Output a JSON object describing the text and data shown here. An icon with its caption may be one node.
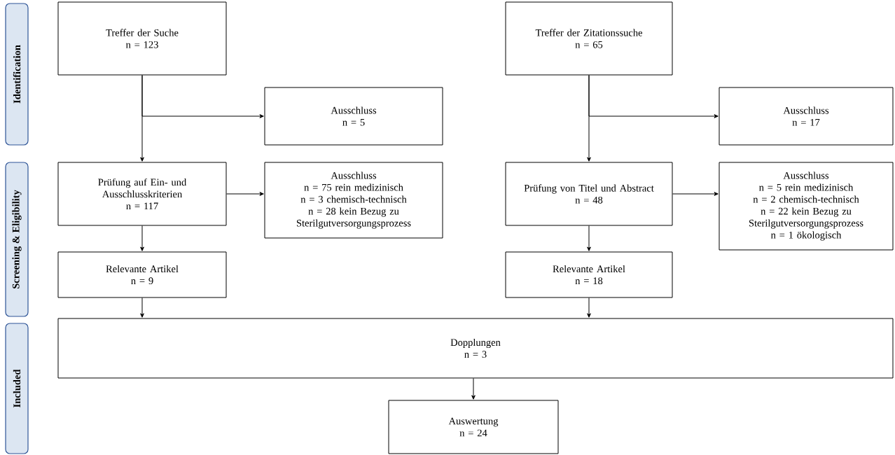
{
  "diagram": {
    "nodes": [
      {
        "text": [
          "Identification"
        ]
      },
      {
        "text": [
          "Screening & Eligibility"
        ]
      },
      {
        "text": [
          "Included"
        ]
      },
      {
        "text": [
          "Treffer der Suche",
          "n = 123"
        ]
      },
      {
        "text": [
          "Ausschluss",
          "n = 5"
        ]
      },
      {
        "text": [
          "Prüfung auf Ein- und Ausschlusskriterien",
          "n = 117"
        ]
      },
      {
        "text": [
          "Ausschluss",
          "n = 75 rein medizinisch",
          "n = 3 chemisch-technisch",
          "n = 28 kein Bezug zu Sterilgutversorgungsprozess"
        ]
      },
      {
        "text": [
          "Relevante Artikel",
          "n = 9"
        ]
      },
      {
        "text": [
          "Treffer der Zitationssuche",
          "n = 65"
        ]
      },
      {
        "text": [
          "Ausschluss",
          "n = 17"
        ]
      },
      {
        "text": [
          "Prüfung von Titel und Abstract",
          "n = 48"
        ]
      },
      {
        "text": [
          "Ausschluss",
          "n = 5 rein medizinisch",
          "n = 2 chemisch-technisch",
          "n = 22 kein Bezug zu Sterilgutversorgungsprozess",
          "n = 1 ökologisch"
        ]
      },
      {
        "text": [
          "Relevante Artikel",
          "n = 18"
        ]
      },
      {
        "text": [
          "Dopplungen",
          "n = 3"
        ]
      },
      {
        "text": [
          "Auswertung",
          "n = 24"
        ]
      }
    ],
    "edges": [
      {
        "from": 3,
        "to": 5,
        "arrow": "to"
      },
      {
        "from": 3,
        "to": 4,
        "arrow": "to"
      },
      {
        "from": 5,
        "to": 6,
        "arrow": "to"
      },
      {
        "from": 5,
        "to": 7,
        "arrow": "to"
      },
      {
        "from": 7,
        "to": 13,
        "arrow": "to"
      },
      {
        "from": 8,
        "to": 10,
        "arrow": "to"
      },
      {
        "from": 8,
        "to": 9,
        "arrow": "to"
      },
      {
        "from": 10,
        "to": 11,
        "arrow": "to"
      },
      {
        "from": 10,
        "to": 12,
        "arrow": "to"
      },
      {
        "from": 12,
        "to": 13,
        "arrow": "to"
      },
      {
        "from": 13,
        "to": 14,
        "arrow": "to"
      }
    ]
  }
}
